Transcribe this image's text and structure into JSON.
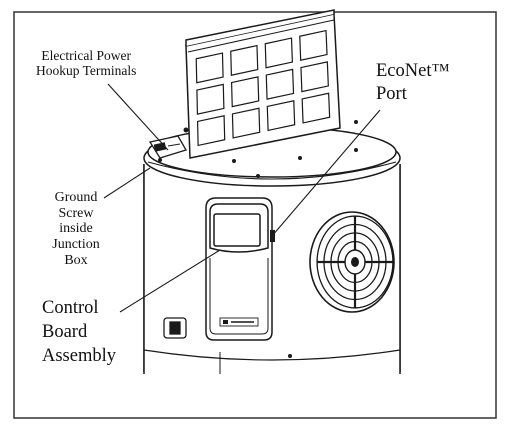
{
  "labels": {
    "power": "Electrical Power\nHookup Terminals",
    "econet": "EcoNet™\nPort",
    "ground": "Ground\nScrew\ninside\nJunction\nBox",
    "control": "Control\nBoard\nAssembly"
  },
  "colors": {
    "line": "#1a1a1a",
    "fill": "#ffffff",
    "frame": "#555555"
  }
}
